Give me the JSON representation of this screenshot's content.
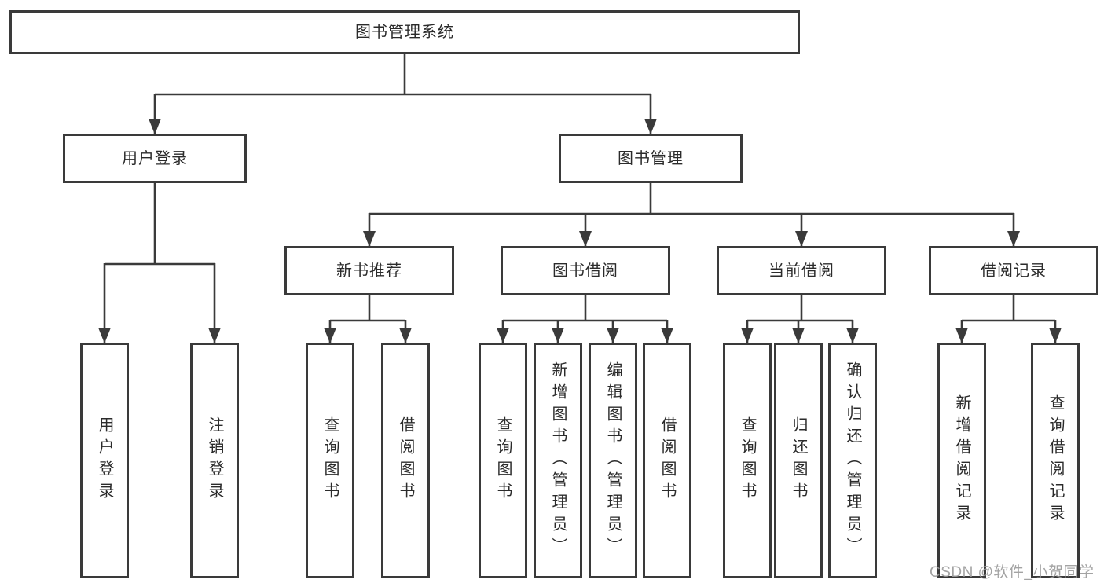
{
  "tree": {
    "label": "图书管理系统",
    "children": [
      {
        "label": "用户登录",
        "children": [
          {
            "label": "用户登录"
          },
          {
            "label": "注销登录"
          }
        ]
      },
      {
        "label": "图书管理",
        "children": [
          {
            "label": "新书推荐",
            "children": [
              {
                "label": "查询图书"
              },
              {
                "label": "借阅图书"
              }
            ]
          },
          {
            "label": "图书借阅",
            "children": [
              {
                "label": "查询图书"
              },
              {
                "label": "新增图书（管理员）"
              },
              {
                "label": "编辑图书（管理员）"
              },
              {
                "label": "借阅图书"
              }
            ]
          },
          {
            "label": "当前借阅",
            "children": [
              {
                "label": "查询图书"
              },
              {
                "label": "归还图书"
              },
              {
                "label": "确认归还（管理员）"
              }
            ]
          },
          {
            "label": "借阅记录",
            "children": [
              {
                "label": "新增借阅记录"
              },
              {
                "label": "查询借阅记录"
              }
            ]
          }
        ]
      }
    ]
  },
  "watermark": {
    "text": "CSDN @软件_小贺同学"
  },
  "colors": {
    "line": "#3a3a3a",
    "text": "#2b2b2b",
    "watermark": "#9a9a9a",
    "background": "#ffffff"
  }
}
